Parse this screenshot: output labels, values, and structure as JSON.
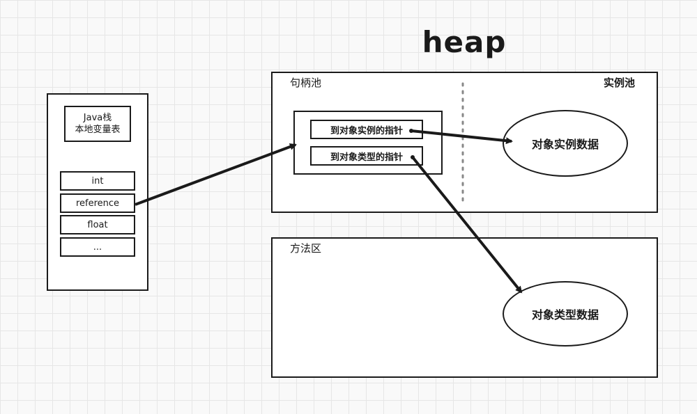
{
  "heap_title": "heap",
  "java_stack": {
    "title_line1": "Java栈",
    "title_line2": "本地变量表",
    "slots": [
      "int",
      "reference",
      "float",
      "..."
    ]
  },
  "handle_pool": {
    "label": "句柄池",
    "pointer_instance": "到对象实例的指针",
    "pointer_type": "到对象类型的指针"
  },
  "instance_pool": {
    "label": "实例池",
    "instance_data": "对象实例数据"
  },
  "method_area": {
    "label": "方法区",
    "type_data": "对象类型数据"
  }
}
